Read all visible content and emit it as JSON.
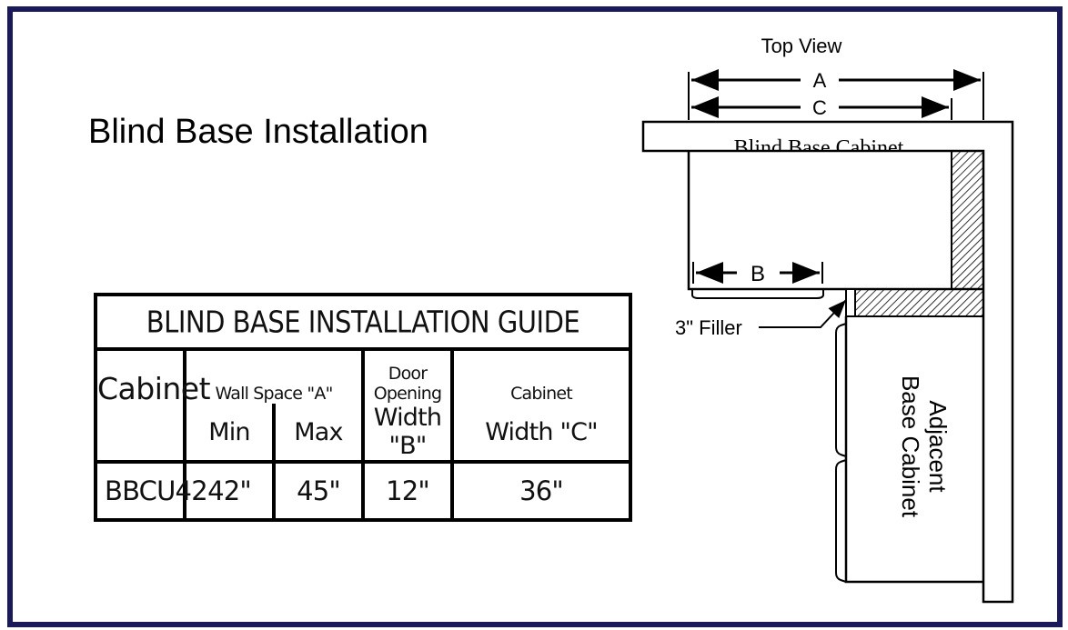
{
  "title": "Blind Base Installation",
  "guide": {
    "title": "BLIND BASE INSTALLATION GUIDE",
    "col_cabinet": "Cabinet",
    "col_wall_space": "Wall Space \"A\"",
    "col_min": "Min",
    "col_max": "Max",
    "col_door_top": "Door Opening",
    "col_door_bottom": "Width \"B\"",
    "col_width_top": "Cabinet",
    "col_width_bottom": "Width \"C\"",
    "rows": [
      {
        "cabinet": "BBCU42",
        "min": "42\"",
        "max": "45\"",
        "door": "12\"",
        "width": "36\""
      }
    ]
  },
  "diagram": {
    "view_label": "Top View",
    "dim_a": "A",
    "dim_b": "B",
    "dim_c": "C",
    "cabinet_label": "Blind Base Cabinet",
    "filler_label": "3\" Filler",
    "adjacent_line1": "Adjacent",
    "adjacent_line2": "Base Cabinet"
  }
}
